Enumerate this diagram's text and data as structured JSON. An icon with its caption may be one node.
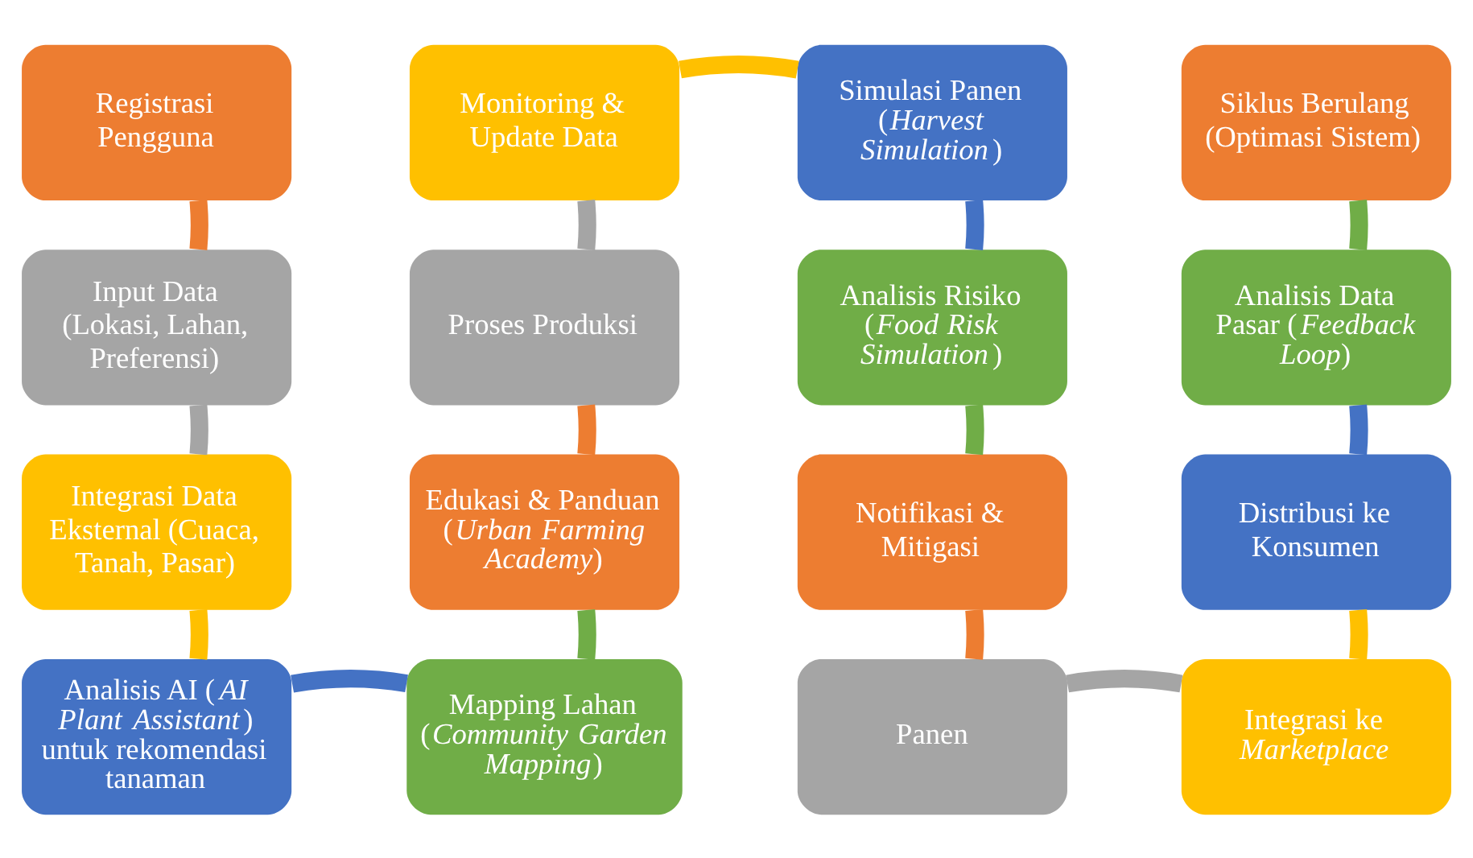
{
  "diagram": {
    "nodes": [
      {
        "text": [
          "Registrasi Pengguna"
        ]
      },
      {
        "text": [
          "Monitoring & Update Data"
        ]
      },
      {
        "text": [
          "Simulasi Panen (*Harvest Simulation*)"
        ]
      },
      {
        "text": [
          "Siklus Berulang (Optimasi Sistem)"
        ]
      },
      {
        "text": [
          "Input Data (Lokasi, Lahan, Preferensi)"
        ]
      },
      {
        "text": [
          "Proses Produksi"
        ]
      },
      {
        "text": [
          "Analisis Risiko (*Food Risk Simulation*)"
        ]
      },
      {
        "text": [
          "Analisis Data Pasar (*Feedback Loop*)"
        ]
      },
      {
        "text": [
          "Integrasi Data Eksternal (Cuaca, Tanah, Pasar)"
        ]
      },
      {
        "text": [
          "Edukasi & Panduan (*Urban Farming Academy*)"
        ]
      },
      {
        "text": [
          "Notifikasi & Mitigasi"
        ]
      },
      {
        "text": [
          "Distribusi ke Konsumen"
        ]
      },
      {
        "text": [
          "Analisis AI (*AI Plant Assistant*) untuk rekomendasi tanaman"
        ]
      },
      {
        "text": [
          "Mapping Lahan (*Community Garden Mapping*)"
        ]
      },
      {
        "text": [
          "Panen"
        ]
      },
      {
        "text": [
          "Integrasi ke *Marketplace*"
        ]
      }
    ],
    "edges": [
      {
        "from": 0,
        "to": 4,
        "arrow": "none",
        "color": "#ed7d31"
      },
      {
        "from": 4,
        "to": 8,
        "arrow": "none",
        "color": "#a5a5a5"
      },
      {
        "from": 8,
        "to": 12,
        "arrow": "none",
        "color": "#ffc000"
      },
      {
        "from": 12,
        "to": 13,
        "arrow": "none",
        "color": "#4472c4"
      },
      {
        "from": 13,
        "to": 9,
        "arrow": "none",
        "color": "#70ad47"
      },
      {
        "from": 9,
        "to": 5,
        "arrow": "none",
        "color": "#ed7d31"
      },
      {
        "from": 5,
        "to": 1,
        "arrow": "none",
        "color": "#a5a5a5"
      },
      {
        "from": 1,
        "to": 2,
        "arrow": "none",
        "color": "#ffc000"
      },
      {
        "from": 2,
        "to": 6,
        "arrow": "none",
        "color": "#4472c4"
      },
      {
        "from": 6,
        "to": 10,
        "arrow": "none",
        "color": "#70ad47"
      },
      {
        "from": 10,
        "to": 14,
        "arrow": "none",
        "color": "#ed7d31"
      },
      {
        "from": 14,
        "to": 15,
        "arrow": "none",
        "color": "#a5a5a5"
      },
      {
        "from": 15,
        "to": 11,
        "arrow": "none",
        "color": "#ffc000"
      },
      {
        "from": 11,
        "to": 7,
        "arrow": "none",
        "color": "#4472c4"
      },
      {
        "from": 7,
        "to": 3,
        "arrow": "none",
        "color": "#70ad47"
      }
    ]
  }
}
